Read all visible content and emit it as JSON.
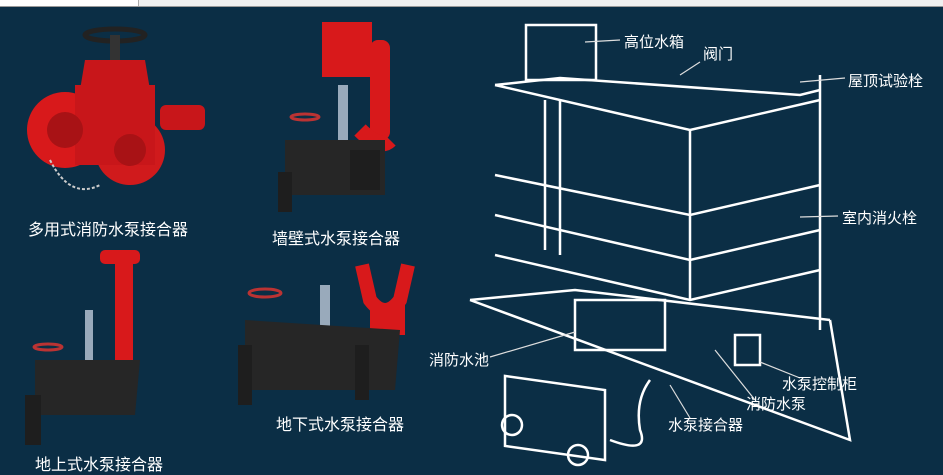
{
  "colors": {
    "background": "#0b2e45",
    "connector_red": "#d8191b",
    "body_black": "#222",
    "line_art": "#ffffff"
  },
  "products": [
    {
      "label": "多用式消防水泵接合器"
    },
    {
      "label": "墙壁式水泵接合器"
    },
    {
      "label": "地上式水泵接合器"
    },
    {
      "label": "地下式水泵接合器"
    }
  ],
  "diagram": {
    "labels": {
      "roof_tank": "高位水箱",
      "valve": "阀门",
      "roof_test_hydrant": "屋顶试验栓",
      "indoor_hydrant": "室内消火栓",
      "fire_pool": "消防水池",
      "pump_control_cabinet": "水泵控制柜",
      "fire_pump": "消防水泵",
      "pump_connector": "水泵接合器"
    }
  }
}
